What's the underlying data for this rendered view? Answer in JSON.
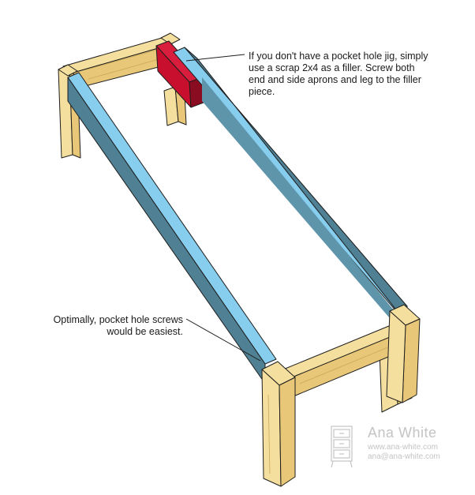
{
  "callouts": {
    "filler": {
      "lines": [
        "If you don't have a pocket hole jig, simply",
        "use a scrap 2x4 as a filler.  Screw both",
        "end and side aprons and leg to the filler",
        "piece."
      ]
    },
    "screws": {
      "lines": [
        "Optimally, pocket hole screws",
        "would be easiest."
      ]
    }
  },
  "watermark": {
    "brand": "Ana White",
    "site": "www.ana-white.com",
    "email": "ana@ana-white.com"
  },
  "colors": {
    "wood_face": "#f5df9e",
    "wood_side": "#e8c878",
    "apron_top": "#86cdee",
    "apron_side": "#4f8093",
    "filler_face": "#c8102e",
    "filler_side": "#8a0c20",
    "outline": "#1e1e1e",
    "watermark": "#c4c4c4"
  }
}
